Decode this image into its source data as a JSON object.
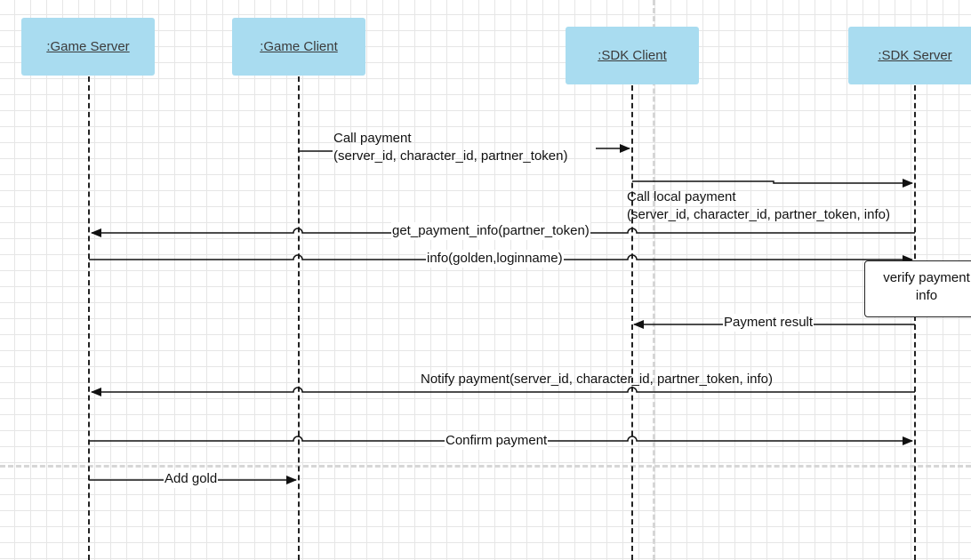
{
  "participants": [
    {
      "id": "game_server",
      "label": ":Game Server"
    },
    {
      "id": "game_client",
      "label": ":Game Client"
    },
    {
      "id": "sdk_client",
      "label": ":SDK Client"
    },
    {
      "id": "sdk_server",
      "label": ":SDK Server"
    }
  ],
  "messages": [
    {
      "id": "call_payment",
      "label": "Call payment\n(server_id, character_id, partner_token)",
      "from": "game_client",
      "to": "sdk_client"
    },
    {
      "id": "call_local_payment",
      "label": "Call local payment\n(server_id, character_id, partner_token, info)",
      "from": "sdk_client",
      "to": "sdk_server"
    },
    {
      "id": "get_payment_info",
      "label": "get_payment_info(partner_token)",
      "from": "sdk_server",
      "to": "game_server"
    },
    {
      "id": "info",
      "label": "info(golden,loginname)",
      "from": "game_server",
      "to": "sdk_server"
    },
    {
      "id": "payment_result",
      "label": "Payment result",
      "from": "sdk_server",
      "to": "sdk_client"
    },
    {
      "id": "notify_payment",
      "label": "Notify payment(server_id, character_id, partner_token, info)",
      "from": "sdk_server",
      "to": "game_server"
    },
    {
      "id": "confirm_payment",
      "label": "Confirm payment",
      "from": "game_server",
      "to": "sdk_server"
    },
    {
      "id": "add_gold",
      "label": "Add gold",
      "from": "game_server",
      "to": "game_client"
    }
  ],
  "note": {
    "label": "verify payment\ninfo",
    "on": "sdk_server"
  },
  "colors": {
    "participant_fill": "#a9dcf0",
    "line": "#222222",
    "grid": "#e6e6e6"
  }
}
